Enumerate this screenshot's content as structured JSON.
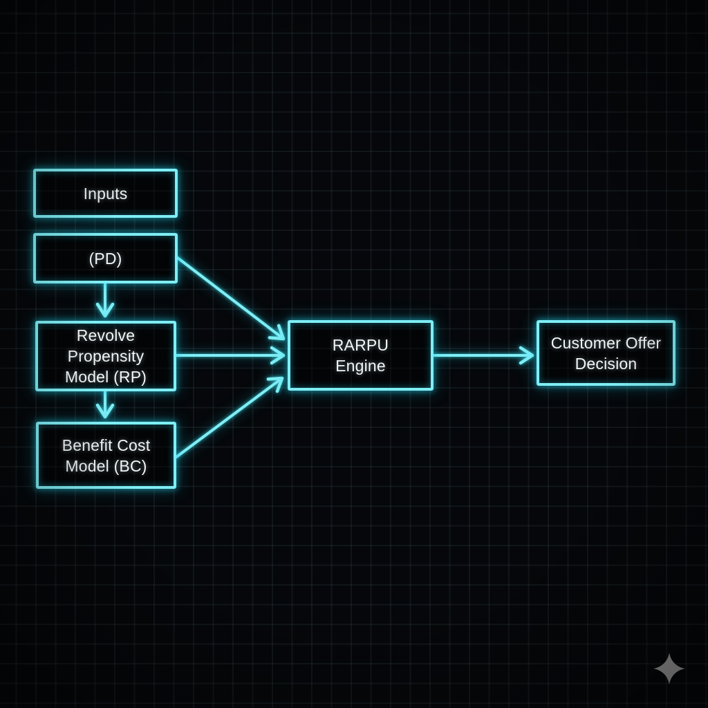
{
  "diagram": {
    "nodes": [
      {
        "id": "inputs",
        "line1": "Inputs"
      },
      {
        "id": "pd",
        "line1": "(PD)"
      },
      {
        "id": "rp",
        "line1": "Revolve Propensity",
        "line2": "Model (RP)"
      },
      {
        "id": "bc",
        "line1": "Benefit Cost",
        "line2": "Model (BC)"
      },
      {
        "id": "rarpu",
        "line1": "RARPU",
        "line2": "Engine"
      },
      {
        "id": "decision",
        "line1": "Customer Offer",
        "line2": "Decision"
      }
    ],
    "edges": [
      {
        "from": "pd",
        "to": "rp"
      },
      {
        "from": "rp",
        "to": "bc"
      },
      {
        "from": "pd",
        "to": "rarpu"
      },
      {
        "from": "rp",
        "to": "rarpu"
      },
      {
        "from": "bc",
        "to": "rarpu"
      },
      {
        "from": "rarpu",
        "to": "decision"
      }
    ],
    "colors": {
      "background": "#05070a",
      "grid": "#171c1f",
      "neon": "#7feef5",
      "glow": "#22d3ee",
      "text": "#f2f6f7",
      "sparkle": "#9d9d9d"
    },
    "icons": {
      "sparkle": "four-point-star"
    }
  }
}
